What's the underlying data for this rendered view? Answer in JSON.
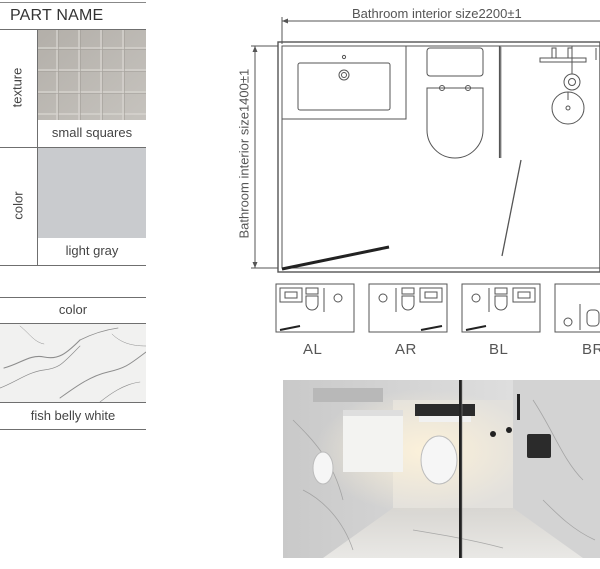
{
  "table": {
    "header": "PART NAME",
    "rows": [
      {
        "property": "texture",
        "value": "small squares"
      },
      {
        "property": "color",
        "value": "light gray"
      }
    ]
  },
  "marble": {
    "property": "color",
    "value": "fish belly white"
  },
  "plan": {
    "width_label": "Bathroom interior size2200±1",
    "depth_label": "Bathroom interior size1400±1"
  },
  "variants": [
    "AL",
    "AR",
    "BL",
    "BR"
  ],
  "colors": {
    "gray_tile": "#b9b6b1",
    "light_gray": "#c9cbce",
    "line": "#555555"
  }
}
